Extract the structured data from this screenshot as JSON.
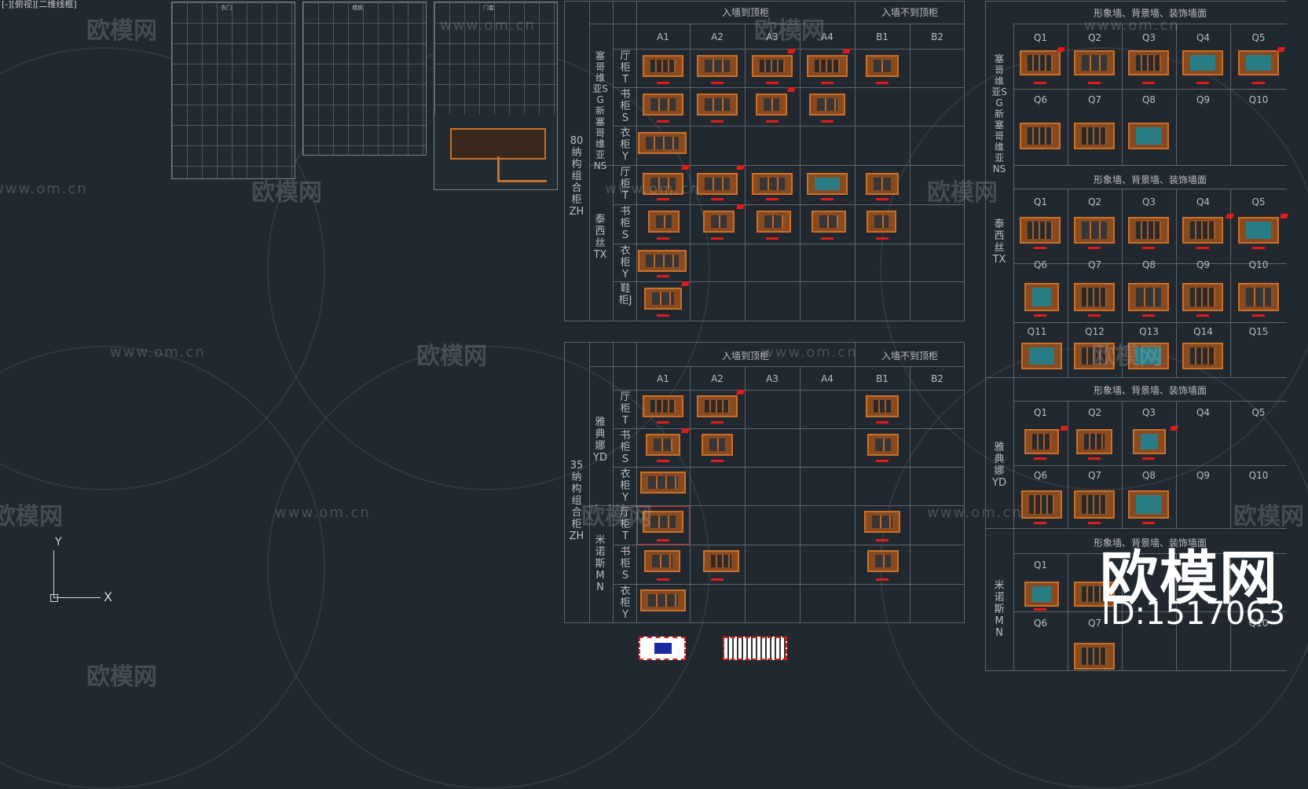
{
  "viewport_label": "[-][俯视][二维线框]",
  "watermark": {
    "brand": "欧模网",
    "url": "www.om.cn",
    "id_label": "ID:1517063"
  },
  "top_left_thumbs": [
    "衣门",
    "墙板",
    "门套"
  ],
  "table1": {
    "group_header_1": "入墙到顶柜",
    "group_header_2": "入墙不到顶柜",
    "cols": [
      "A1",
      "A2",
      "A3",
      "A4",
      "B1",
      "B2"
    ],
    "section_label": "80纳构组合柜ZH",
    "series": [
      {
        "name": "塞哥维亚SG新塞哥维亚NS",
        "rows": [
          "厅柜T",
          "书柜S",
          "衣柜Y"
        ]
      },
      {
        "name": "泰西丝TX",
        "rows": [
          "厅柜T",
          "书柜S",
          "衣柜Y",
          "鞋柜J"
        ]
      }
    ]
  },
  "table2": {
    "group_header_1": "入墙到顶柜",
    "group_header_2": "入墙不到顶柜",
    "cols": [
      "A1",
      "A2",
      "A3",
      "A4",
      "B1",
      "B2"
    ],
    "section_label": "35纳构组合柜ZH",
    "series": [
      {
        "name": "雅典娜YD",
        "rows": [
          "厅柜T",
          "书柜S",
          "衣柜Y"
        ]
      },
      {
        "name": "米诺斯MN",
        "rows": [
          "厅柜T",
          "书柜S",
          "衣柜Y"
        ]
      }
    ]
  },
  "right_table": {
    "header": "形象墙、背景墙、装饰墙面",
    "row_q1": [
      "Q1",
      "Q2",
      "Q3",
      "Q4",
      "Q5"
    ],
    "row_q6": [
      "Q6",
      "Q7",
      "Q8",
      "Q9",
      "Q10"
    ],
    "row_q11": [
      "Q11",
      "Q12",
      "Q13",
      "Q14",
      "Q15"
    ],
    "series": [
      "塞哥维亚SG新塞哥维亚NS",
      "泰西丝TX",
      "雅典娜YD",
      "米诺斯MN"
    ]
  },
  "ucs": {
    "x": "X",
    "y": "Y"
  }
}
